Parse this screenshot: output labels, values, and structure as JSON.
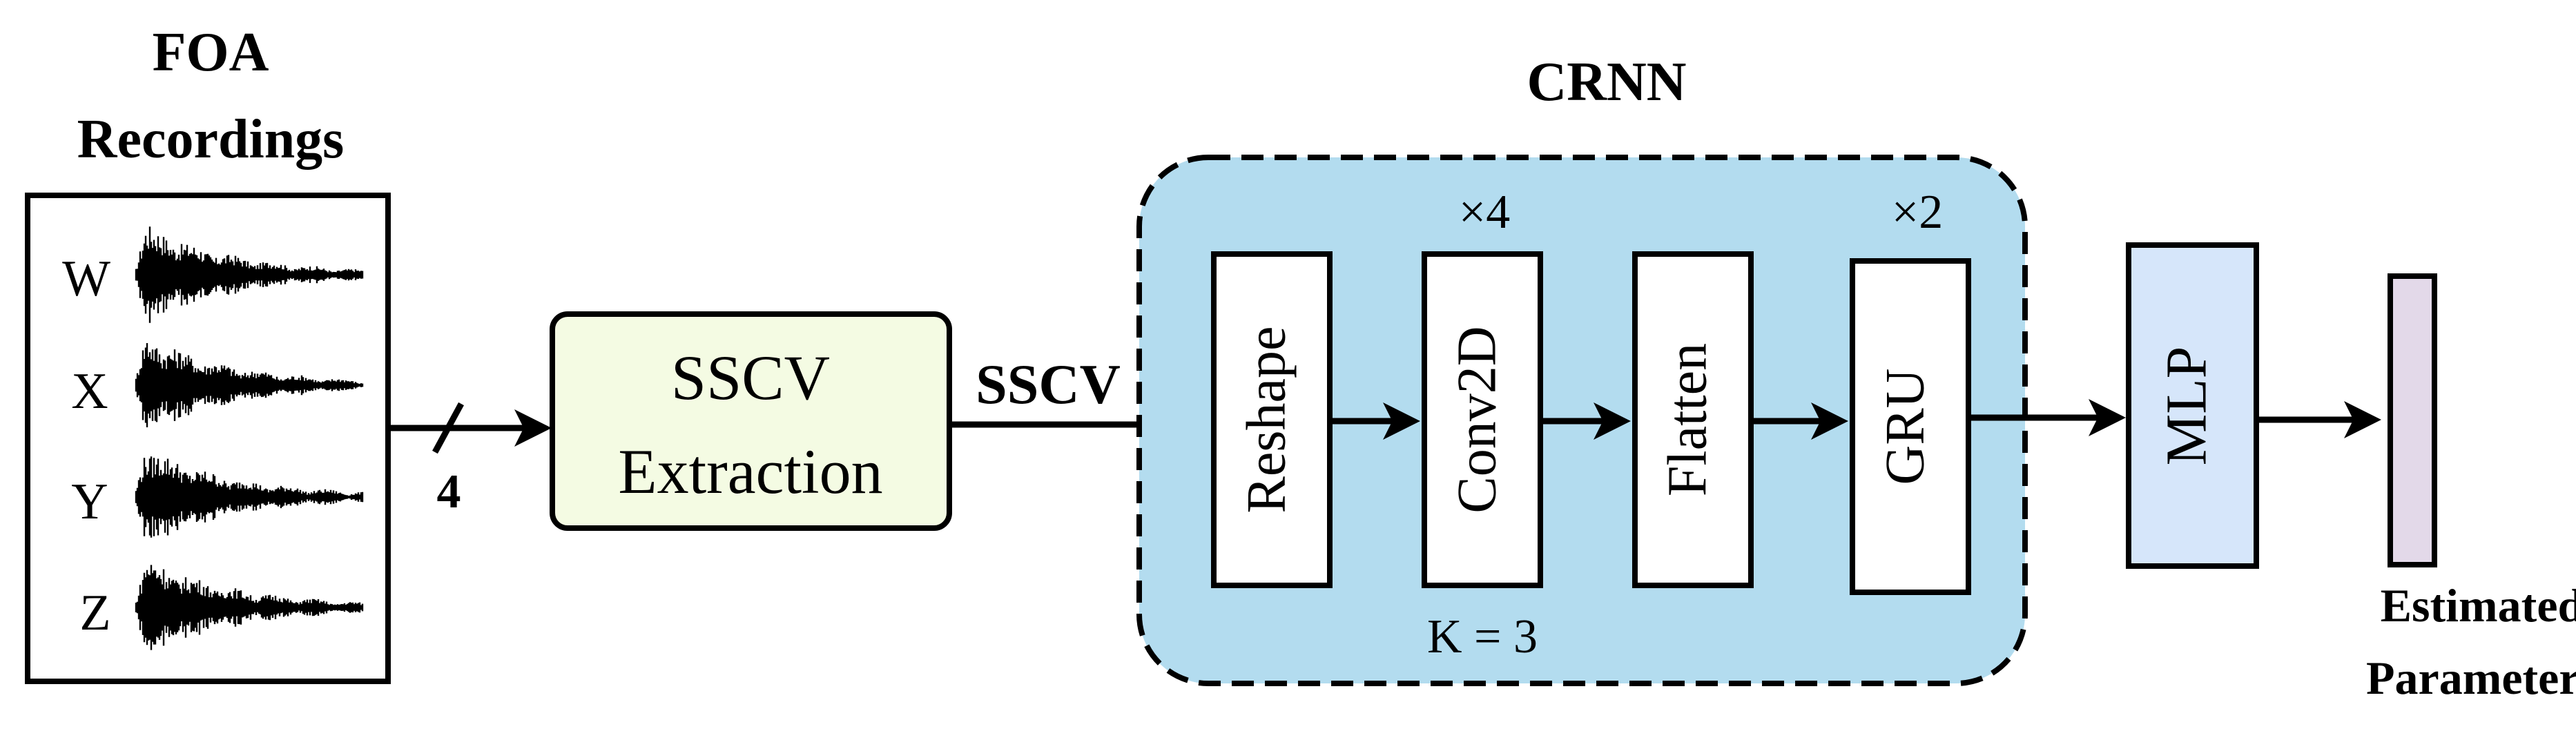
{
  "input": {
    "title_line1": "FOA",
    "title_line2": "Recordings",
    "channels": [
      "W",
      "X",
      "Y",
      "Z"
    ],
    "channel_count": "4"
  },
  "extraction": {
    "line1": "SSCV",
    "line2": "Extraction",
    "output_label": "SSCV"
  },
  "crnn": {
    "title": "CRNN",
    "blocks": [
      "Reshape",
      "Conv2D",
      "Flatten",
      "GRU"
    ],
    "conv_repeat": "×4",
    "gru_repeat": "×2",
    "kernel_label": "K = 3"
  },
  "mlp": {
    "label": "MLP"
  },
  "output": {
    "label_line1": "Estimated",
    "label_line2": "Parameters"
  },
  "colors": {
    "crnn_fill": "#b3dcef",
    "extraction_fill": "#f4fbe3",
    "mlp_fill": "#d6e6fa",
    "output_fill": "#e3d9e9"
  }
}
